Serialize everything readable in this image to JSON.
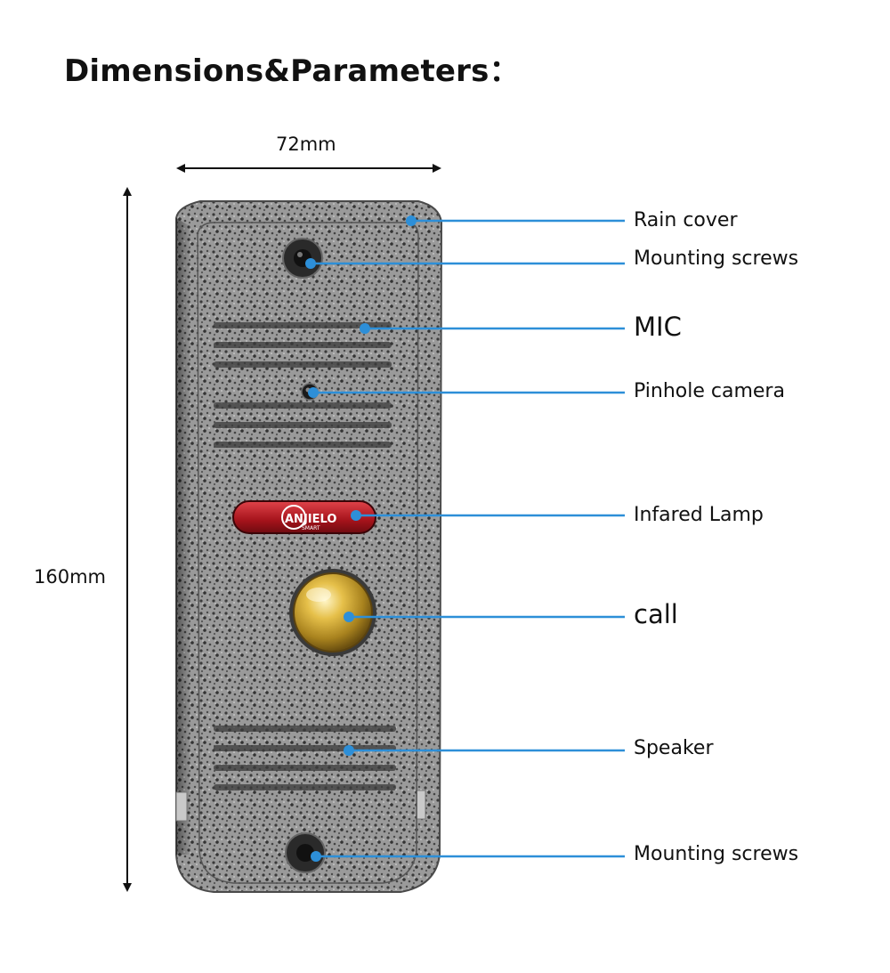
{
  "title": "Dimensions&Parameters：",
  "dimensions": {
    "width_label": "72mm",
    "height_label": "160mm"
  },
  "device": {
    "brand_main": "ANJIELO",
    "brand_sub": "SMART"
  },
  "callouts": [
    {
      "id": "rain-cover",
      "label": "Rain cover"
    },
    {
      "id": "mounting-screws-top",
      "label": "Mounting screws"
    },
    {
      "id": "mic",
      "label": "MIC"
    },
    {
      "id": "pinhole-camera",
      "label": "Pinhole camera"
    },
    {
      "id": "infrared-lamp",
      "label": "Infared Lamp"
    },
    {
      "id": "call",
      "label": "call"
    },
    {
      "id": "speaker",
      "label": "Speaker"
    },
    {
      "id": "mounting-screws-bottom",
      "label": "Mounting screws"
    }
  ],
  "colors": {
    "callout_line": "#2d8fd8",
    "metal": "#8a8a8a",
    "lamp": "#b3121b",
    "button": "#d4a72c"
  }
}
